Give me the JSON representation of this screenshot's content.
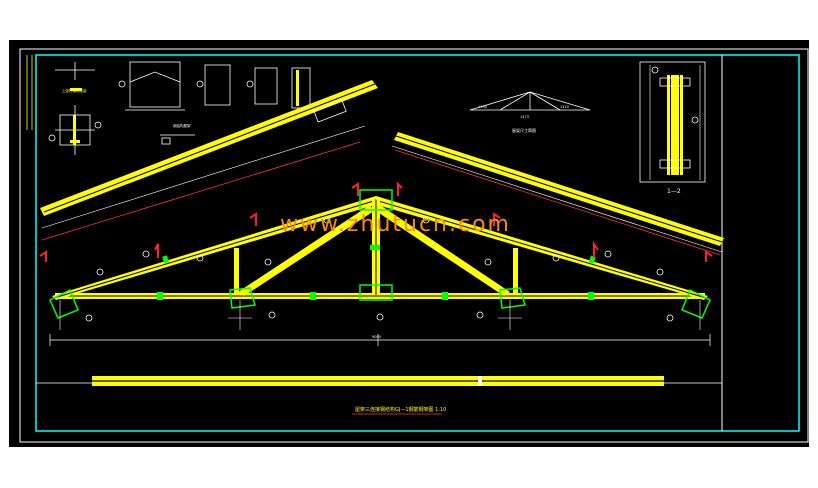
{
  "colors": {
    "background": "#000000",
    "frame_outer": "#ffffff",
    "frame_inner": "#00ffff",
    "truss_member": "#ffff00",
    "member_core": "#c8c800",
    "dimension": "#ff3333",
    "node_plate": "#00ff00",
    "purlin": "#ff2222",
    "watermark": "#ff8c00",
    "detail_line": "#ffffff"
  },
  "labels": {
    "watermark": "www.zhutucn.com",
    "drawing_title": "屋架三连接钢结构GJ—1钢筋钢架图  1:10",
    "section_label": "1—2",
    "upper_note": "上弦杆横向连接",
    "detail_note": "钢结构屋架",
    "dims_top_left": "1394",
    "dims_top_mid": "1473",
    "dims_top_right": "1410",
    "dims_span": "9000",
    "small_title": "屋架尺寸简图"
  },
  "icons": {
    "section_marker": "circle-callout-icon",
    "purlin_symbol": "channel-section-icon"
  }
}
